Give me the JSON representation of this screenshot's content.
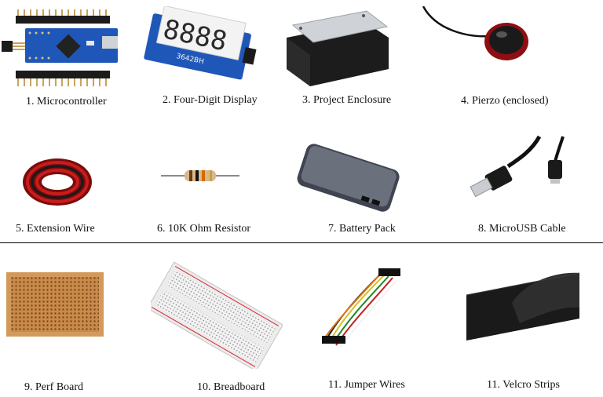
{
  "items": [
    {
      "label": "1. Microcontroller"
    },
    {
      "label": "2. Four-Digit Display"
    },
    {
      "label": "3. Project Enclosure"
    },
    {
      "label": "4. Pierzo (enclosed)"
    },
    {
      "label": "5. Extension Wire"
    },
    {
      "label": "6. 10K Ohm Resistor"
    },
    {
      "label": "7. Battery Pack"
    },
    {
      "label": "8. MicroUSB Cable"
    },
    {
      "label": "9. Perf Board"
    },
    {
      "label": "10. Breadboard"
    },
    {
      "label": "11. Jumper Wires"
    },
    {
      "label": "11. Velcro Strips"
    }
  ],
  "display": {
    "digits": "8888",
    "part_number": "3642BH"
  },
  "colors": {
    "pcb_blue": "#1f57b8",
    "wire_red": "#b01818",
    "perf_board": "#c98a4a",
    "velcro": "#1a1a1a"
  }
}
